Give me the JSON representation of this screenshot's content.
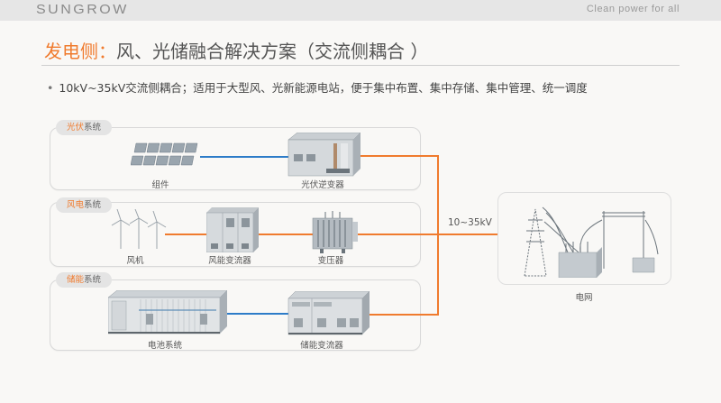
{
  "header": {
    "brand": "SUNGROW",
    "tagline": "Clean power for all"
  },
  "title": {
    "accent": "发电侧：",
    "main": "风、光储融合解决方案（交流侧耦合 ）"
  },
  "bullet": "10kV~35kV交流侧耦合；适用于大型风、光新能源电站，便于集中布置、集中存储、集中管理、统一调度",
  "colors": {
    "accent": "#f07b2e",
    "dc_line": "#2d7cc8",
    "ac_line": "#f07b2e"
  },
  "systems": {
    "pv": {
      "tag_highlight": "光伏",
      "tag_rest": "系统",
      "components": [
        "组件",
        "光伏逆变器"
      ]
    },
    "wind": {
      "tag_highlight": "风电",
      "tag_rest": "系统",
      "components": [
        "风机",
        "风能变流器",
        "变压器"
      ]
    },
    "storage": {
      "tag_highlight": "储能",
      "tag_rest": "系统",
      "components": [
        "电池系统",
        "储能变流器"
      ]
    }
  },
  "bus": {
    "voltage_label": "10~35kV"
  },
  "grid": {
    "label": "电网"
  }
}
